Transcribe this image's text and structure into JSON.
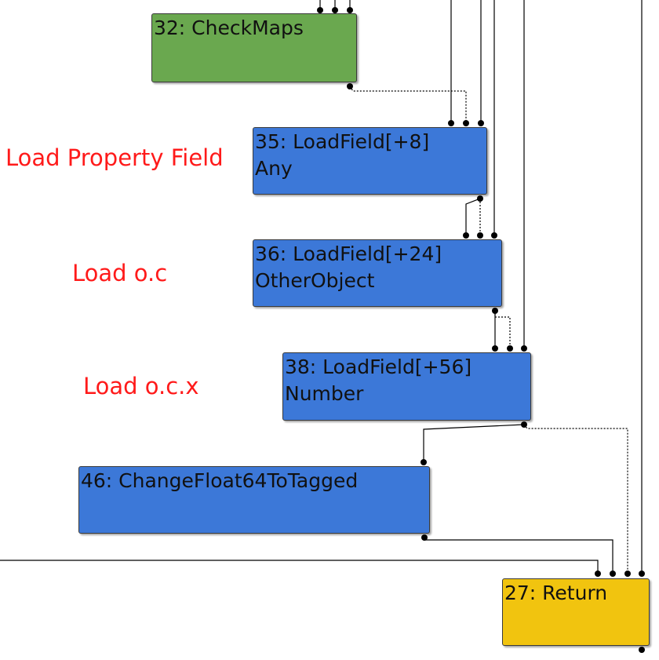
{
  "nodes": {
    "checkmaps": {
      "title": "32: CheckMaps"
    },
    "loadfield8": {
      "title": "35: LoadField[+8]",
      "type": "Any"
    },
    "loadfield24": {
      "title": "36: LoadField[+24]",
      "type": "OtherObject"
    },
    "loadfield56": {
      "title": "38: LoadField[+56]",
      "type": "Number"
    },
    "changefloat": {
      "title": "46: ChangeFloat64ToTagged"
    },
    "return": {
      "title": "27: Return"
    }
  },
  "annotations": {
    "load_property_field": "Load Property Field",
    "load_oc": "Load o.c",
    "load_ocx": "Load o.c.x"
  },
  "colors": {
    "control_node": "#6aa84f",
    "value_node": "#3c78d8",
    "return_node": "#f1c40f",
    "annotation": "#ff1a1a"
  }
}
